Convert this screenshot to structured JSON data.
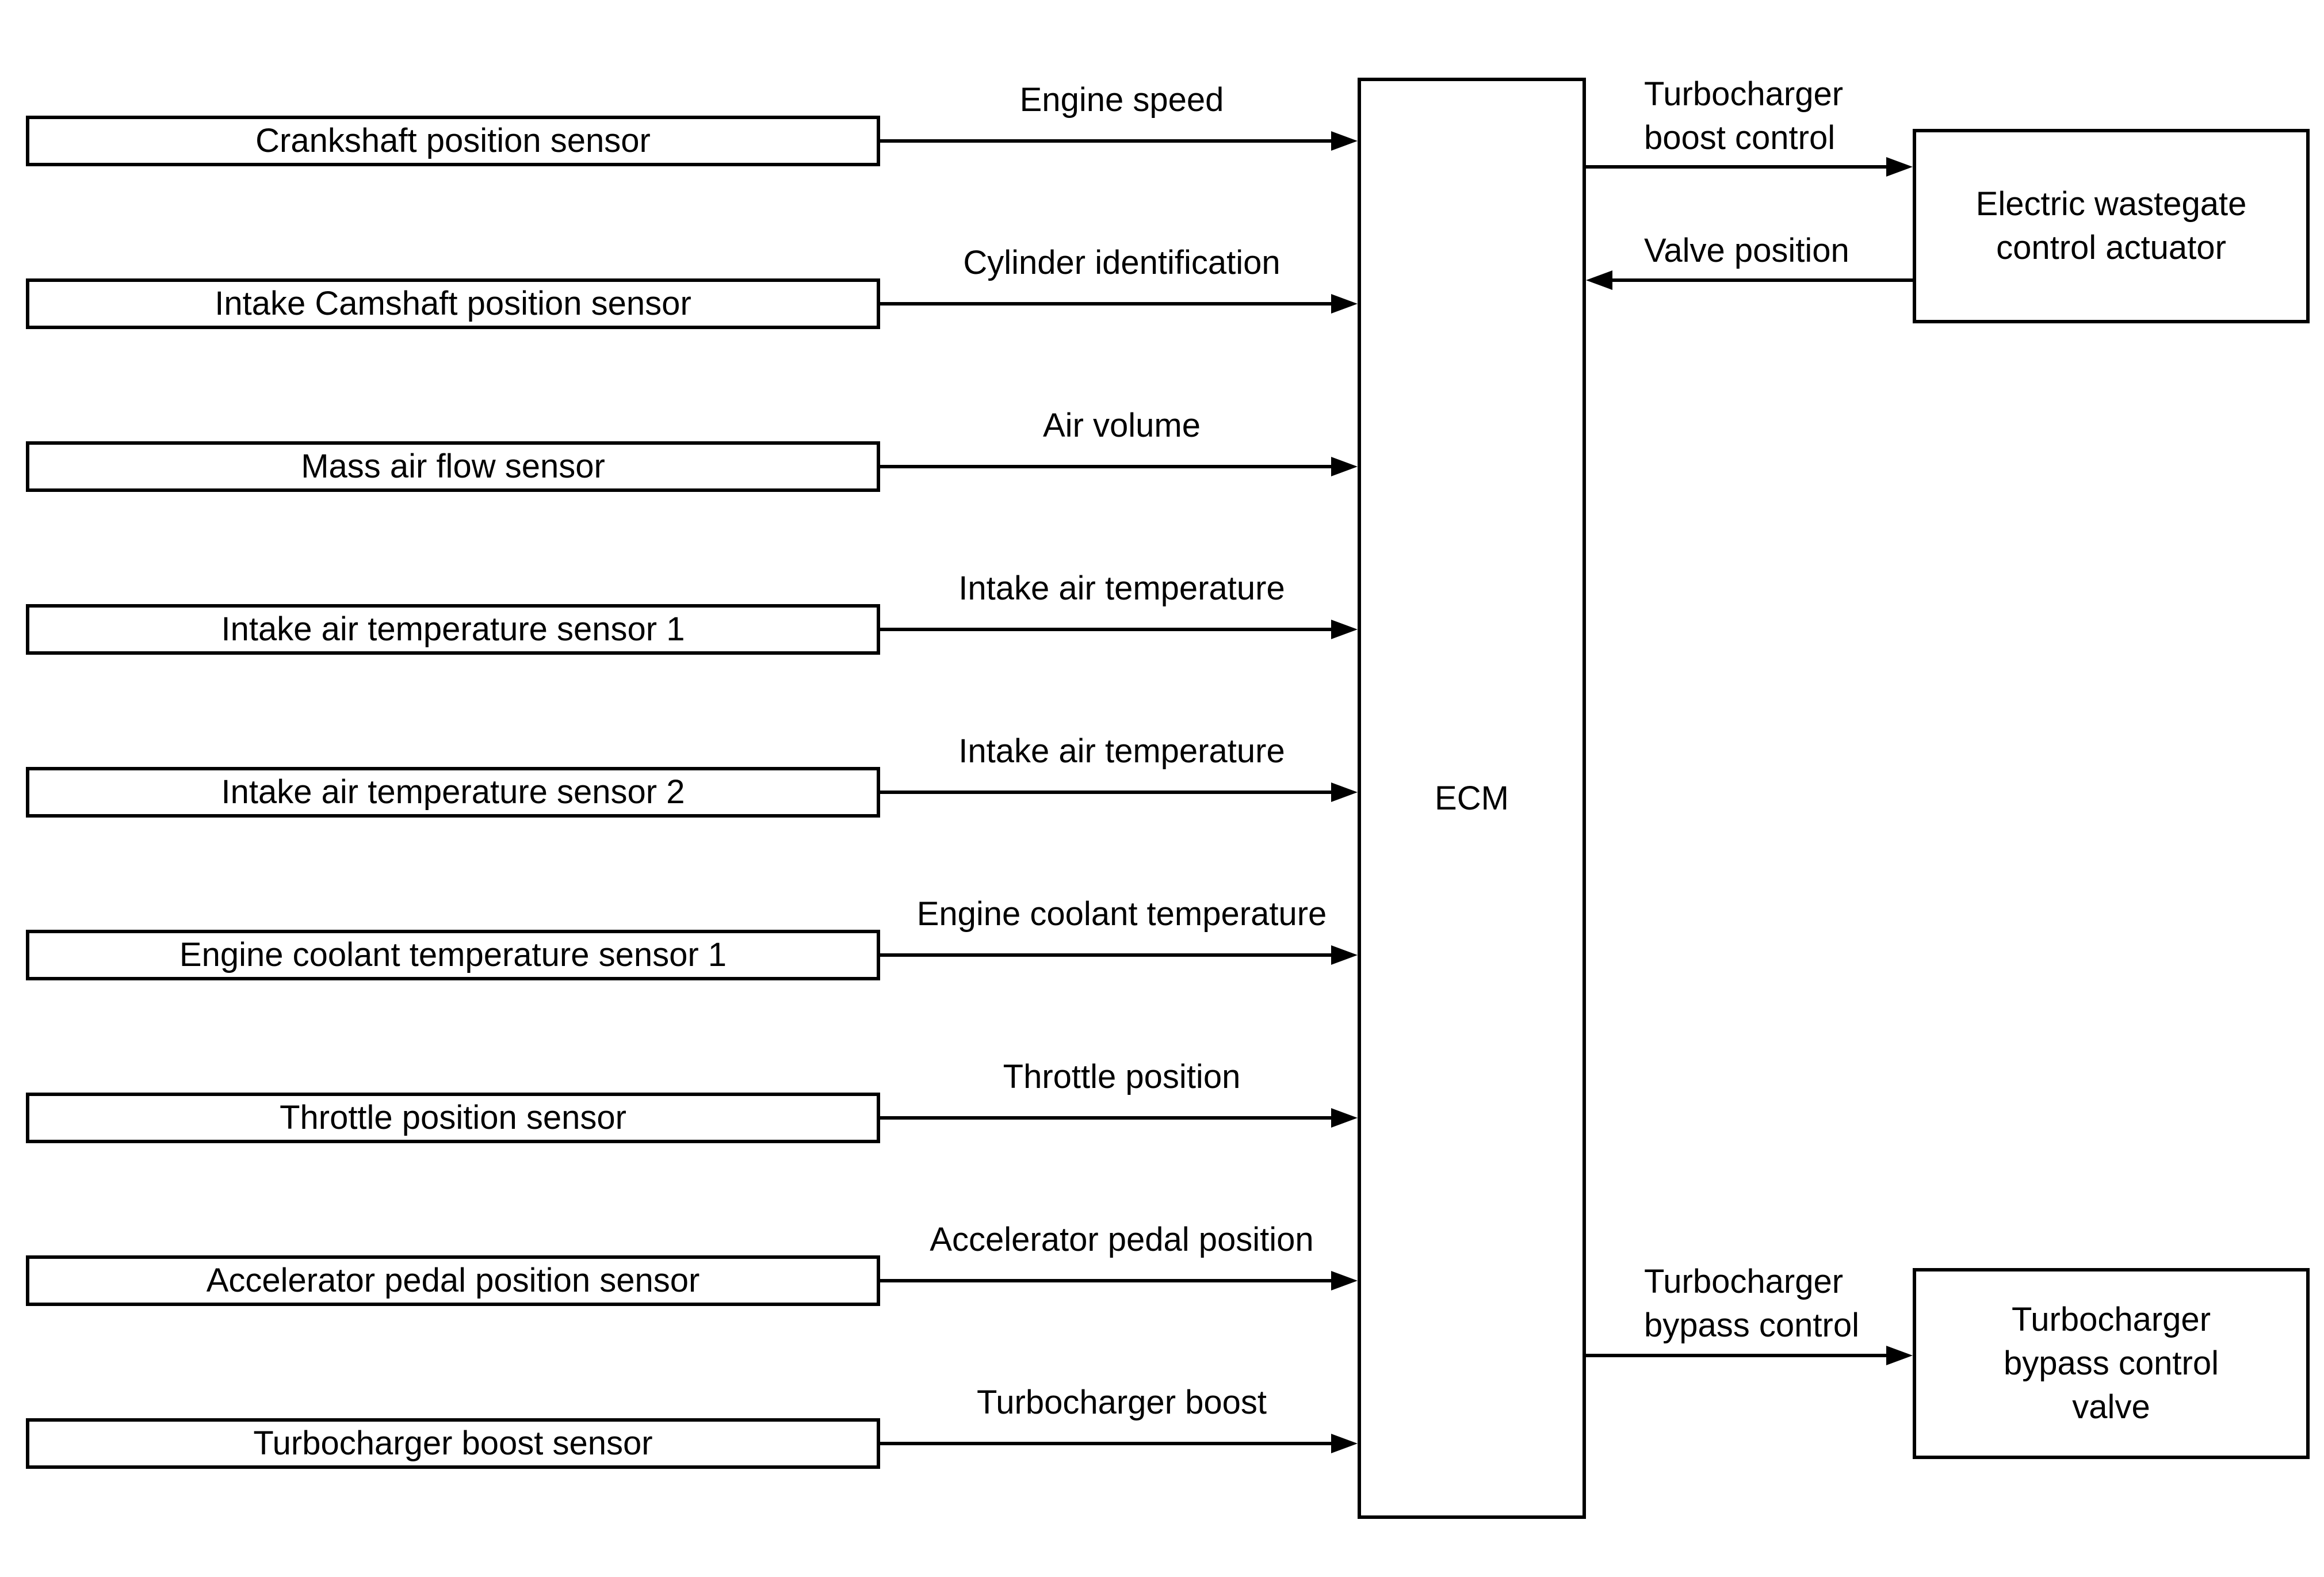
{
  "diagram": {
    "ecm_label": "ECM",
    "sensors": [
      {
        "label": "Crankshaft position sensor",
        "signal": "Engine speed"
      },
      {
        "label": "Intake Camshaft position sensor",
        "signal": "Cylinder identification"
      },
      {
        "label": "Mass air flow sensor",
        "signal": "Air volume"
      },
      {
        "label": "Intake air temperature sensor 1",
        "signal": "Intake air temperature"
      },
      {
        "label": "Intake air temperature sensor 2",
        "signal": "Intake air temperature"
      },
      {
        "label": "Engine coolant temperature sensor 1",
        "signal": "Engine coolant temperature"
      },
      {
        "label": "Throttle position sensor",
        "signal": "Throttle position"
      },
      {
        "label": "Accelerator pedal position sensor",
        "signal": "Accelerator pedal position"
      },
      {
        "label": "Turbocharger boost sensor",
        "signal": "Turbocharger boost"
      }
    ],
    "outputs": [
      {
        "label": "Turbocharger boost control",
        "lines": [
          "Turbocharger",
          "boost control"
        ],
        "direction": "ecm-to-device"
      },
      {
        "label": "Valve position",
        "lines": [
          "Valve position"
        ],
        "direction": "device-to-ecm"
      },
      {
        "label": "Turbocharger bypass control",
        "lines": [
          "Turbocharger",
          "bypass control"
        ],
        "direction": "ecm-to-device"
      }
    ],
    "devices": [
      {
        "label": "Electric wastegate control actuator",
        "lines": [
          "Electric wastegate",
          "control actuator"
        ]
      },
      {
        "label": "Turbocharger bypass control valve",
        "lines": [
          "Turbocharger",
          "bypass control",
          "valve"
        ]
      }
    ],
    "colors": {
      "line": "#000000",
      "background": "#ffffff",
      "box_fill": "#ffffff"
    }
  }
}
